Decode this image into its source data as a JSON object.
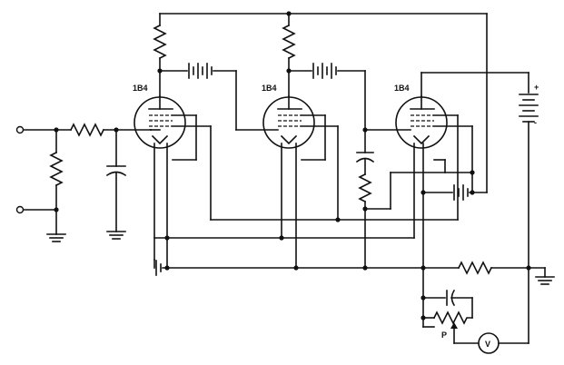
{
  "tubes": [
    {
      "label": "1B4"
    },
    {
      "label": "1B4"
    },
    {
      "label": "1B4"
    }
  ],
  "potentiometer_label": "P",
  "meter_label": "V",
  "battery_plus": "+",
  "battery_minus": "-"
}
